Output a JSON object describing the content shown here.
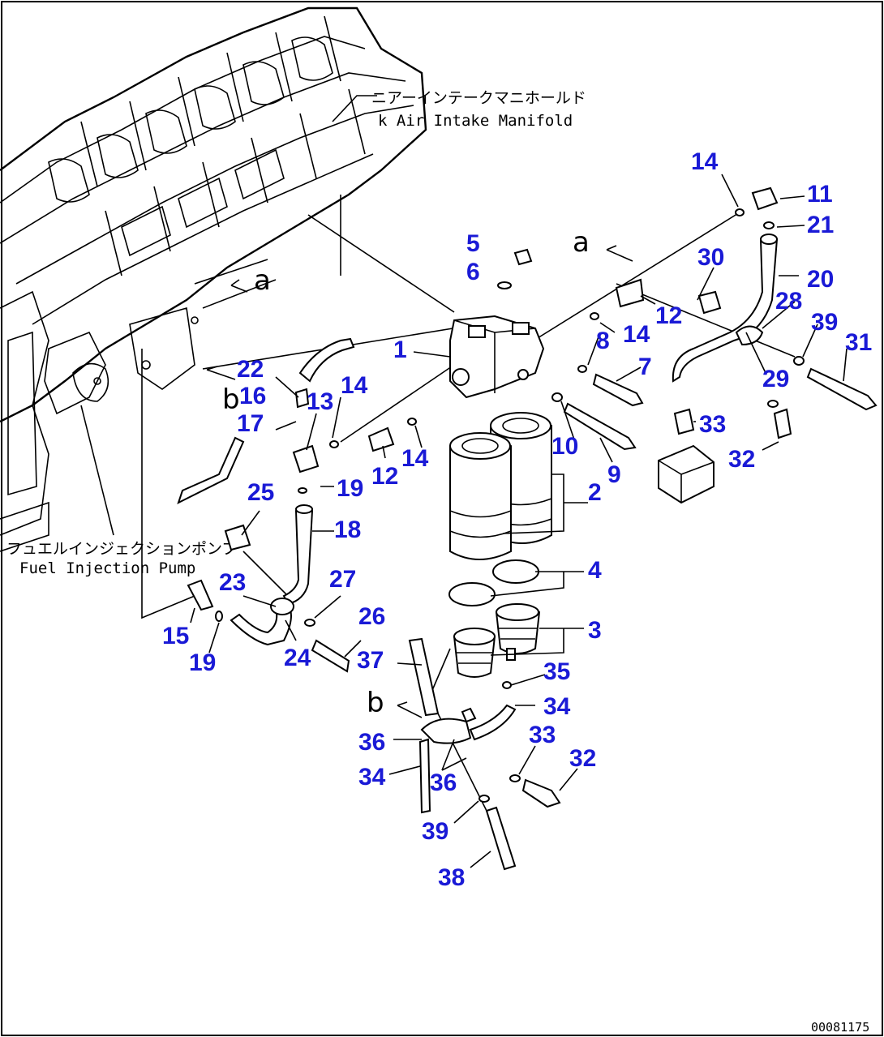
{
  "labels": {
    "manifold_jp": "ニアーインテークマニホールド",
    "manifold_en": "k Air Intake Manifold",
    "pump_jp": "フュエルインジェクションポンプ",
    "pump_en": "Fuel Injection Pump",
    "drawing_code": "00081175"
  },
  "view_letters": [
    "a",
    "a",
    "b",
    "b"
  ],
  "callouts": [
    "14",
    "11",
    "21",
    "5",
    "6",
    "20",
    "30",
    "28",
    "39",
    "31",
    "12",
    "1",
    "8",
    "14",
    "7",
    "29",
    "22",
    "16",
    "14",
    "13",
    "33",
    "10",
    "17",
    "9",
    "12",
    "14",
    "32",
    "25",
    "19",
    "2",
    "18",
    "4",
    "23",
    "27",
    "26",
    "15",
    "3",
    "37",
    "19",
    "24",
    "35",
    "34",
    "33",
    "32",
    "36",
    "34",
    "36",
    "39",
    "38"
  ]
}
